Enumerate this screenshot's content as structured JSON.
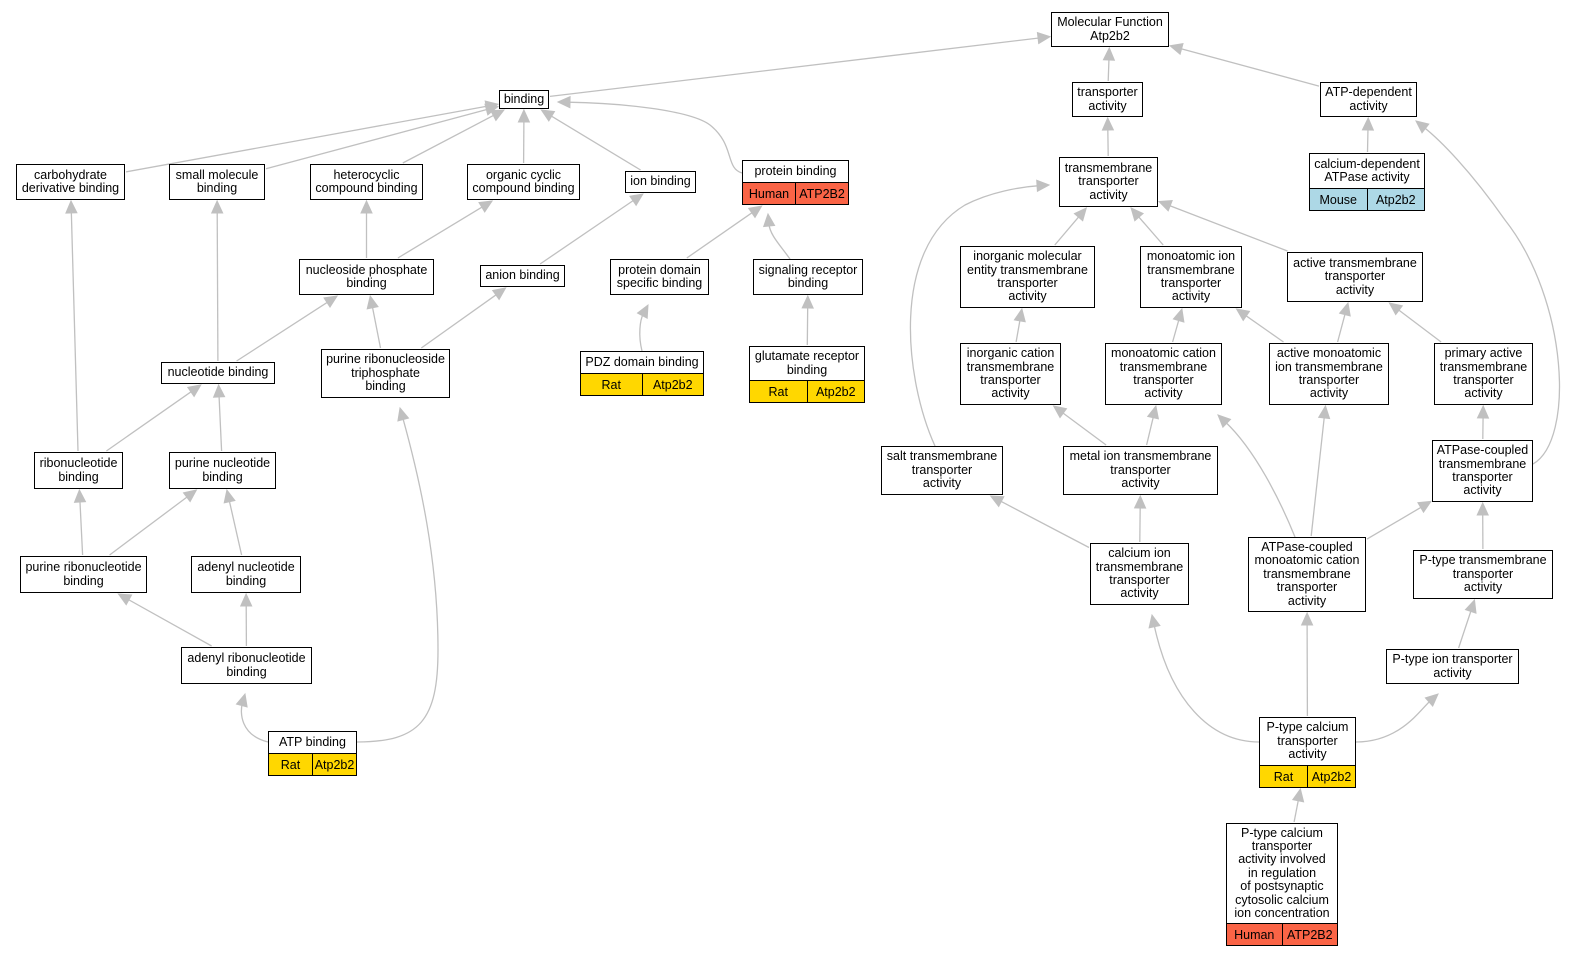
{
  "annotation_colors": {
    "Human": "#fa6446",
    "Rat": "#ffd700",
    "Mouse": "#add8e6"
  },
  "edge_color": "#c0c0c0",
  "nodes": {
    "mf": {
      "label": "Molecular Function\nAtp2b2"
    },
    "binding": {
      "label": "binding"
    },
    "transporter": {
      "label": "transporter\nactivity"
    },
    "atp_dep": {
      "label": "ATP-dependent\nactivity"
    },
    "carb": {
      "label": "carbohydrate\nderivative binding"
    },
    "small_mol": {
      "label": "small molecule\nbinding"
    },
    "hetero": {
      "label": "heterocyclic\ncompound binding"
    },
    "org_cyclic": {
      "label": "organic cyclic\ncompound binding"
    },
    "ion_binding": {
      "label": "ion binding"
    },
    "protein_binding": {
      "label": "protein binding",
      "annotations": [
        {
          "species": "Human",
          "gene": "ATP2B2"
        }
      ]
    },
    "tm_transporter": {
      "label": "transmembrane\ntransporter\nactivity"
    },
    "ca_atpase": {
      "label": "calcium-dependent\nATPase activity",
      "annotations": [
        {
          "species": "Mouse",
          "gene": "Atp2b2"
        }
      ]
    },
    "nuc_phos": {
      "label": "nucleoside phosphate\nbinding"
    },
    "anion": {
      "label": "anion binding"
    },
    "prot_domain": {
      "label": "protein domain\nspecific binding"
    },
    "sig_rec": {
      "label": "signaling receptor\nbinding"
    },
    "inorg_mol": {
      "label": "inorganic molecular\nentity transmembrane\ntransporter\nactivity"
    },
    "mono_ion": {
      "label": "monoatomic ion\ntransmembrane\ntransporter\nactivity"
    },
    "active_tm": {
      "label": "active transmembrane\ntransporter\nactivity"
    },
    "pdz": {
      "label": "PDZ domain binding",
      "annotations": [
        {
          "species": "Rat",
          "gene": "Atp2b2"
        }
      ]
    },
    "glut_rec": {
      "label": "glutamate receptor\nbinding",
      "annotations": [
        {
          "species": "Rat",
          "gene": "Atp2b2"
        }
      ]
    },
    "nucleotide": {
      "label": "nucleotide binding"
    },
    "purine_rnts": {
      "label": "purine ribonucleoside\ntriphosphate\nbinding"
    },
    "inorg_cation": {
      "label": "inorganic cation\ntransmembrane\ntransporter\nactivity"
    },
    "mono_cation": {
      "label": "monoatomic cation\ntransmembrane\ntransporter\nactivity"
    },
    "active_mono": {
      "label": "active monoatomic\nion transmembrane\ntransporter\nactivity"
    },
    "primary_active": {
      "label": "primary active\ntransmembrane\ntransporter\nactivity"
    },
    "ribonuc": {
      "label": "ribonucleotide\nbinding"
    },
    "purine_nuc": {
      "label": "purine nucleotide\nbinding"
    },
    "salt_tm": {
      "label": "salt transmembrane\ntransporter\nactivity"
    },
    "metal_ion": {
      "label": "metal ion transmembrane\ntransporter\nactivity"
    },
    "atpase_coupled": {
      "label": "ATPase-coupled\ntransmembrane\ntransporter\nactivity"
    },
    "purine_ribonuc": {
      "label": "purine ribonucleotide\nbinding"
    },
    "adenyl_nuc": {
      "label": "adenyl nucleotide\nbinding"
    },
    "calcium_ion": {
      "label": "calcium ion\ntransmembrane\ntransporter\nactivity"
    },
    "atpase_mono": {
      "label": "ATPase-coupled\nmonoatomic cation\ntransmembrane\ntransporter\nactivity"
    },
    "ptype_tm": {
      "label": "P-type transmembrane\ntransporter\nactivity"
    },
    "adenyl_ribonuc": {
      "label": "adenyl ribonucleotide\nbinding"
    },
    "ptype_ion": {
      "label": "P-type ion transporter\nactivity"
    },
    "atp_binding": {
      "label": "ATP binding",
      "annotations": [
        {
          "species": "Rat",
          "gene": "Atp2b2"
        }
      ]
    },
    "ptype_ca": {
      "label": "P-type calcium\ntransporter\nactivity",
      "annotations": [
        {
          "species": "Rat",
          "gene": "Atp2b2"
        }
      ]
    },
    "ptype_ca_reg": {
      "label": "P-type calcium\ntransporter\nactivity involved\nin regulation\nof postsynaptic\ncytosolic calcium\nion concentration",
      "annotations": [
        {
          "species": "Human",
          "gene": "ATP2B2"
        }
      ]
    }
  },
  "edges": [
    [
      "binding",
      "mf"
    ],
    [
      "transporter",
      "mf"
    ],
    [
      "atp_dep",
      "mf"
    ],
    [
      "carb",
      "binding"
    ],
    [
      "small_mol",
      "binding"
    ],
    [
      "hetero",
      "binding"
    ],
    [
      "org_cyclic",
      "binding"
    ],
    [
      "ion_binding",
      "binding"
    ],
    [
      "protein_binding",
      "binding"
    ],
    [
      "tm_transporter",
      "transporter"
    ],
    [
      "ca_atpase",
      "atp_dep"
    ],
    [
      "nuc_phos",
      "hetero"
    ],
    [
      "nuc_phos",
      "org_cyclic"
    ],
    [
      "anion",
      "ion_binding"
    ],
    [
      "prot_domain",
      "protein_binding"
    ],
    [
      "sig_rec",
      "protein_binding"
    ],
    [
      "inorg_mol",
      "tm_transporter"
    ],
    [
      "mono_ion",
      "tm_transporter"
    ],
    [
      "active_tm",
      "tm_transporter"
    ],
    [
      "pdz",
      "prot_domain"
    ],
    [
      "glut_rec",
      "sig_rec"
    ],
    [
      "nucleotide",
      "small_mol"
    ],
    [
      "nucleotide",
      "nuc_phos"
    ],
    [
      "purine_rnts",
      "nuc_phos"
    ],
    [
      "purine_rnts",
      "anion"
    ],
    [
      "inorg_cation",
      "inorg_mol"
    ],
    [
      "mono_cation",
      "mono_ion"
    ],
    [
      "active_mono",
      "mono_ion"
    ],
    [
      "active_mono",
      "active_tm"
    ],
    [
      "primary_active",
      "active_tm"
    ],
    [
      "ribonuc",
      "carb"
    ],
    [
      "ribonuc",
      "nucleotide"
    ],
    [
      "purine_nuc",
      "nucleotide"
    ],
    [
      "salt_tm",
      "tm_transporter"
    ],
    [
      "metal_ion",
      "inorg_cation"
    ],
    [
      "metal_ion",
      "mono_cation"
    ],
    [
      "atpase_coupled",
      "primary_active"
    ],
    [
      "atpase_coupled",
      "atp_dep"
    ],
    [
      "purine_ribonuc",
      "ribonuc"
    ],
    [
      "purine_ribonuc",
      "purine_nuc"
    ],
    [
      "adenyl_nuc",
      "purine_nuc"
    ],
    [
      "calcium_ion",
      "salt_tm"
    ],
    [
      "calcium_ion",
      "metal_ion"
    ],
    [
      "atpase_mono",
      "mono_cation"
    ],
    [
      "atpase_mono",
      "active_mono"
    ],
    [
      "atpase_mono",
      "atpase_coupled"
    ],
    [
      "ptype_tm",
      "atpase_coupled"
    ],
    [
      "adenyl_ribonuc",
      "purine_ribonuc"
    ],
    [
      "adenyl_ribonuc",
      "adenyl_nuc"
    ],
    [
      "ptype_ion",
      "ptype_tm"
    ],
    [
      "atp_binding",
      "adenyl_ribonuc"
    ],
    [
      "atp_binding",
      "purine_rnts"
    ],
    [
      "ptype_ca",
      "calcium_ion"
    ],
    [
      "ptype_ca",
      "atpase_mono"
    ],
    [
      "ptype_ca",
      "ptype_ion"
    ],
    [
      "ptype_ca_reg",
      "ptype_ca"
    ]
  ]
}
